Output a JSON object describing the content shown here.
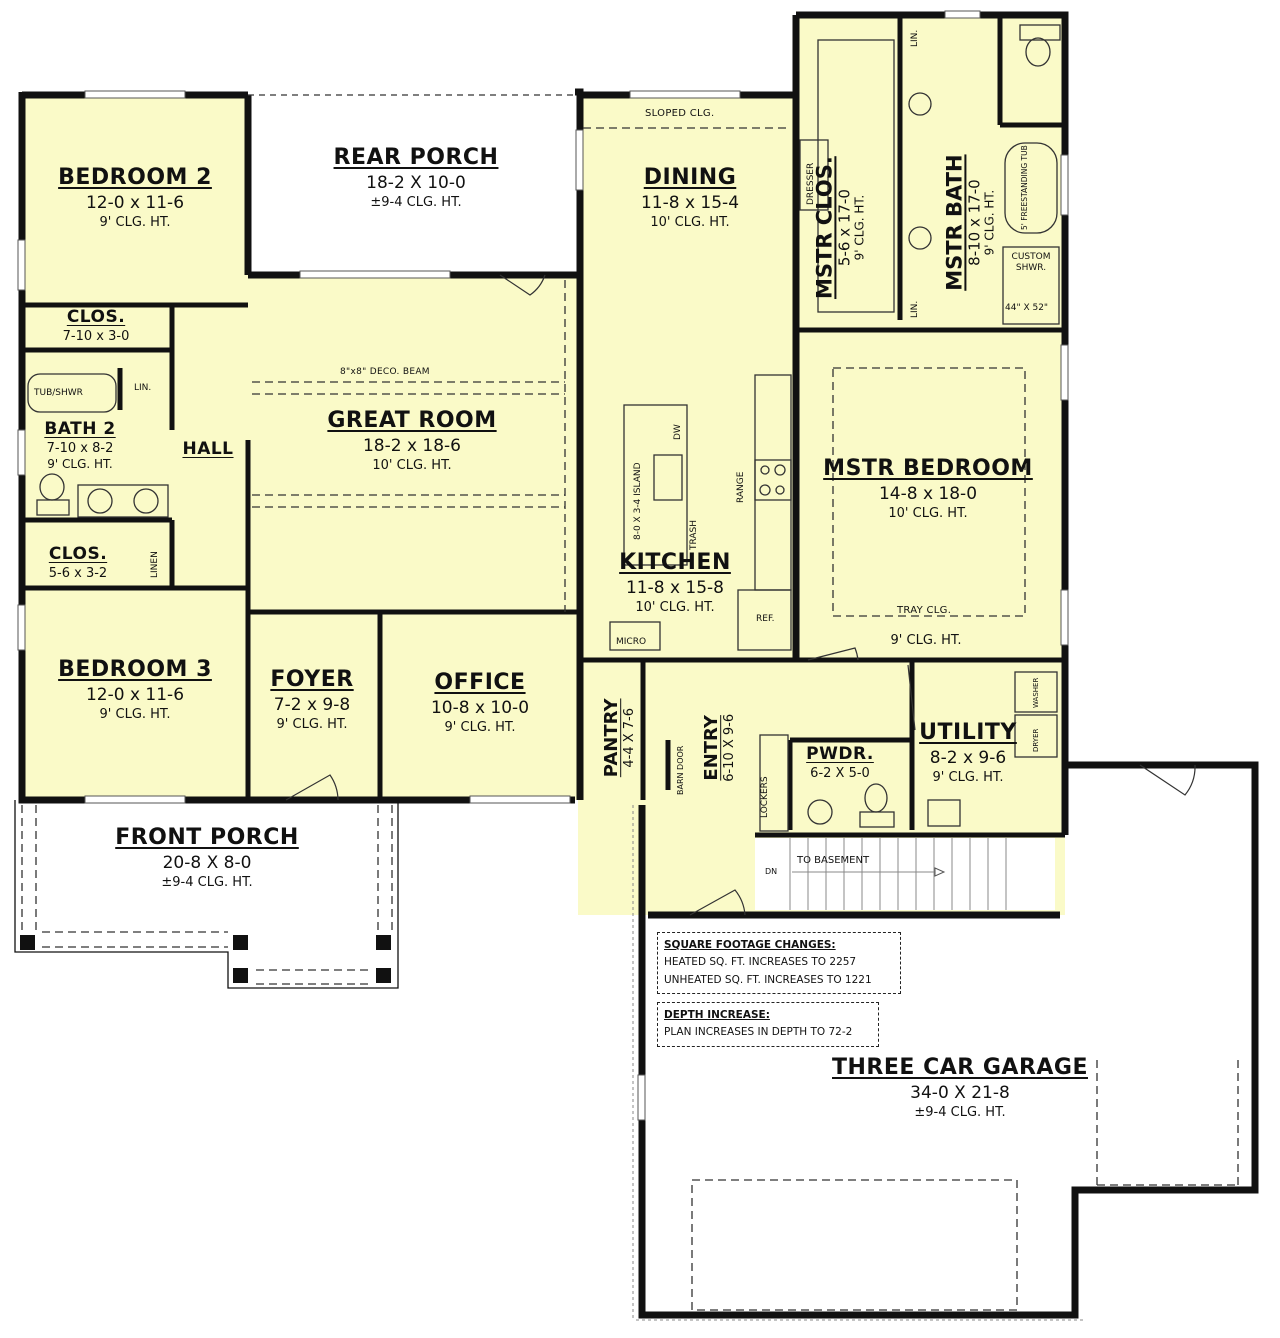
{
  "colors": {
    "heated": "#fafac8",
    "unheated": "#ffffff",
    "wall": "#111111"
  },
  "rooms": {
    "bedroom2": {
      "name": "BEDROOM 2",
      "dim": "12-0 x 11-6",
      "clg": "9' CLG. HT."
    },
    "rear_porch": {
      "name": "REAR PORCH",
      "dim": "18-2 X 10-0",
      "clg": "±9-4 CLG. HT."
    },
    "dining": {
      "name": "DINING",
      "dim": "11-8 x 15-4",
      "clg": "10' CLG. HT.",
      "note": "SLOPED CLG."
    },
    "mstr_clos": {
      "name": "MSTR CLOS.",
      "dim": "5-6 x 17-0",
      "clg": "9' CLG. HT.",
      "dresser": "DRESSER"
    },
    "mstr_bath": {
      "name": "MSTR BATH",
      "dim": "8-10 x 17-0",
      "clg": "9' CLG. HT.",
      "tub": "5' FREESTANDING TUB",
      "shower": "CUSTOM SHWR.",
      "shower_size": "44\" X 52\"",
      "lin_top": "LIN.",
      "lin_bottom": "LIN."
    },
    "clos1": {
      "name": "CLOS.",
      "dim": "7-10 x 3-0"
    },
    "bath2": {
      "name": "BATH 2",
      "dim": "7-10 x 8-2",
      "clg": "9' CLG. HT.",
      "tub": "TUB/SHWR",
      "lin": "LIN."
    },
    "hall": {
      "name": "HALL"
    },
    "great_room": {
      "name": "GREAT ROOM",
      "dim": "18-2 x 18-6",
      "clg": "10' CLG. HT.",
      "beam": "8\"x8\" DECO. BEAM"
    },
    "kitchen": {
      "name": "KITCHEN",
      "dim": "11-8 x 15-8",
      "clg": "10' CLG. HT.",
      "island": "8-0 X 3-4 ISLAND",
      "dw": "DW",
      "trash": "TRASH",
      "range": "RANGE",
      "ref": "REF.",
      "micro": "MICRO"
    },
    "mstr_bedroom": {
      "name": "MSTR BEDROOM",
      "dim": "14-8 x 18-0",
      "clg": "10' CLG. HT.",
      "tray": "TRAY CLG.",
      "clg2": "9' CLG. HT."
    },
    "clos2": {
      "name": "CLOS.",
      "dim": "5-6 x 3-2",
      "linen": "LINEN"
    },
    "bedroom3": {
      "name": "BEDROOM 3",
      "dim": "12-0 x 11-6",
      "clg": "9' CLG. HT."
    },
    "foyer": {
      "name": "FOYER",
      "dim": "7-2 x 9-8",
      "clg": "9' CLG. HT."
    },
    "office": {
      "name": "OFFICE",
      "dim": "10-8 x 10-0",
      "clg": "9' CLG. HT."
    },
    "pantry": {
      "name": "PANTRY",
      "dim": "4-4 X 7-6"
    },
    "entry": {
      "name": "ENTRY",
      "dim": "6-10 X 9-6",
      "barn_door": "BARN DOOR",
      "lockers": "LOCKERS"
    },
    "pwdr": {
      "name": "PWDR.",
      "dim": "6-2 X 5-0"
    },
    "utility": {
      "name": "UTILITY",
      "dim": "8-2 x 9-6",
      "clg": "9' CLG. HT.",
      "washer": "WASHER",
      "dryer": "DRYER"
    },
    "stairs": {
      "label": "TO BASEMENT",
      "dn": "DN"
    },
    "front_porch": {
      "name": "FRONT PORCH",
      "dim": "20-8 X 8-0",
      "clg": "±9-4 CLG. HT."
    },
    "garage": {
      "name": "THREE CAR GARAGE",
      "dim": "34-0 X 21-8",
      "clg": "±9-4 CLG. HT."
    }
  },
  "notes": {
    "sqft": {
      "heading": "SQUARE FOOTAGE CHANGES:",
      "line1": "HEATED SQ. FT. INCREASES TO 2257",
      "line2": "UNHEATED SQ. FT. INCREASES TO 1221"
    },
    "depth": {
      "heading": "DEPTH INCREASE:",
      "line1": "PLAN INCREASES IN DEPTH TO 72-2"
    }
  }
}
